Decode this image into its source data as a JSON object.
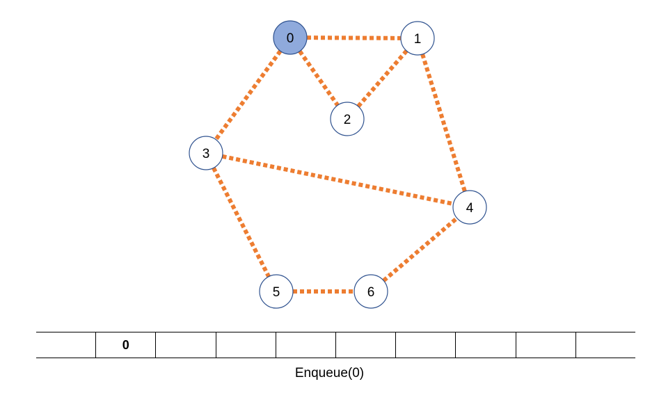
{
  "graph": {
    "nodes": [
      {
        "id": "0",
        "label": "0",
        "active": true
      },
      {
        "id": "1",
        "label": "1",
        "active": false
      },
      {
        "id": "2",
        "label": "2",
        "active": false
      },
      {
        "id": "3",
        "label": "3",
        "active": false
      },
      {
        "id": "4",
        "label": "4",
        "active": false
      },
      {
        "id": "5",
        "label": "5",
        "active": false
      },
      {
        "id": "6",
        "label": "6",
        "active": false
      }
    ],
    "edges": [
      [
        "0",
        "1"
      ],
      [
        "0",
        "2"
      ],
      [
        "2",
        "1"
      ],
      [
        "0",
        "3"
      ],
      [
        "1",
        "4"
      ],
      [
        "3",
        "4"
      ],
      [
        "3",
        "5"
      ],
      [
        "5",
        "6"
      ],
      [
        "6",
        "4"
      ]
    ],
    "colors": {
      "edge": "#ED7D31",
      "node_border": "#2F528F",
      "node_active_fill": "#8FAADC",
      "node_fill": "#FFFFFF"
    }
  },
  "queue": {
    "cells": [
      "",
      "0",
      "",
      "",
      "",
      "",
      "",
      "",
      "",
      ""
    ]
  },
  "caption": "Enqueue(0)"
}
